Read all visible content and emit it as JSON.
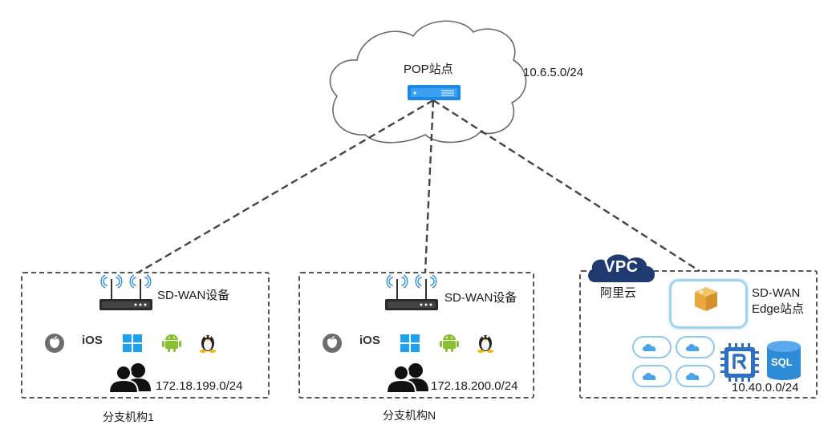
{
  "pop": {
    "label": "POP站点",
    "subnet": "10.6.5.0/24"
  },
  "branch1": {
    "device_label": "SD-WAN设备",
    "os_ios": "iOS",
    "subnet": "172.18.199.0/24",
    "name": "分支机构1"
  },
  "branchN": {
    "device_label": "SD-WAN设备",
    "os_ios": "iOS",
    "subnet": "172.18.200.0/24",
    "name": "分支机构N"
  },
  "cloud": {
    "vpc_badge": "VPC",
    "vendor": "阿里云",
    "edge_line1": "SD-WAN",
    "edge_line2": "Edge站点",
    "sql_badge": "SQL",
    "subnet": "10.40.0.0/24"
  },
  "colors": {
    "line": "#444444",
    "box_border": "#555555",
    "device_blue": "#1e88e5",
    "cloud_blue": "#4da3e8",
    "vpc_navy": "#1f3a6e",
    "rds_blue": "#2d6fc2",
    "android_green": "#86c232",
    "windows_blue": "#1da1f2"
  },
  "icons": [
    "cloud-icon",
    "server-icon",
    "router-icon",
    "wifi-antenna-icon",
    "apple-icon",
    "windows-icon",
    "android-icon",
    "linux-icon",
    "users-icon",
    "vpc-cloud-icon",
    "package-box-icon",
    "cloud-storage-icon",
    "rds-icon",
    "sql-database-icon"
  ]
}
